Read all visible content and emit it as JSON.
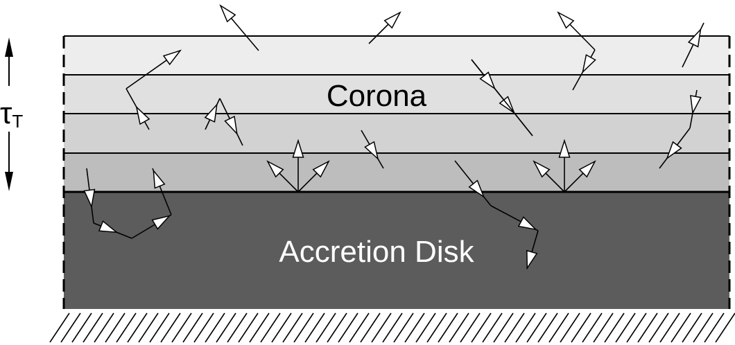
{
  "labels": {
    "corona": "Corona",
    "disk": "Accretion Disk",
    "tau": "τ",
    "tau_sub": "T"
  },
  "colors": {
    "corona_layers": [
      "#ededed",
      "#e0e0e0",
      "#d2d2d2",
      "#bdbdbd"
    ],
    "disk": "#5c5c5c",
    "disk_text": "#ffffff",
    "outline": "#000000",
    "arrowhead_fill": "#ffffff"
  },
  "icons": {
    "tau_scale": "double-headed-vertical-arrow",
    "ground": "hatched-ground",
    "photon": "open-triangle-arrowhead"
  }
}
